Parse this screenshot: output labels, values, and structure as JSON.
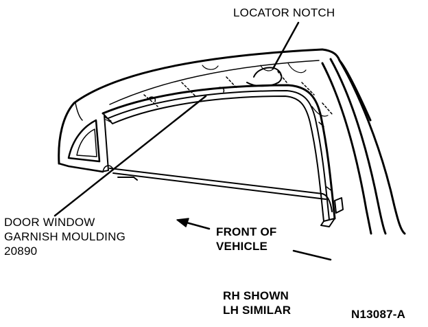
{
  "labels": {
    "locator_notch": "LOCATOR NOTCH",
    "moulding_line1": "DOOR WINDOW",
    "moulding_line2": "GARNISH MOULDING",
    "moulding_part": "20890",
    "front_line1": "FRONT OF",
    "front_line2": "VEHICLE",
    "rh_shown": "RH SHOWN",
    "lh_similar": "LH SIMILAR",
    "figure_id": "N13087-A"
  },
  "colors": {
    "ink": "#000000",
    "paper": "#ffffff"
  }
}
